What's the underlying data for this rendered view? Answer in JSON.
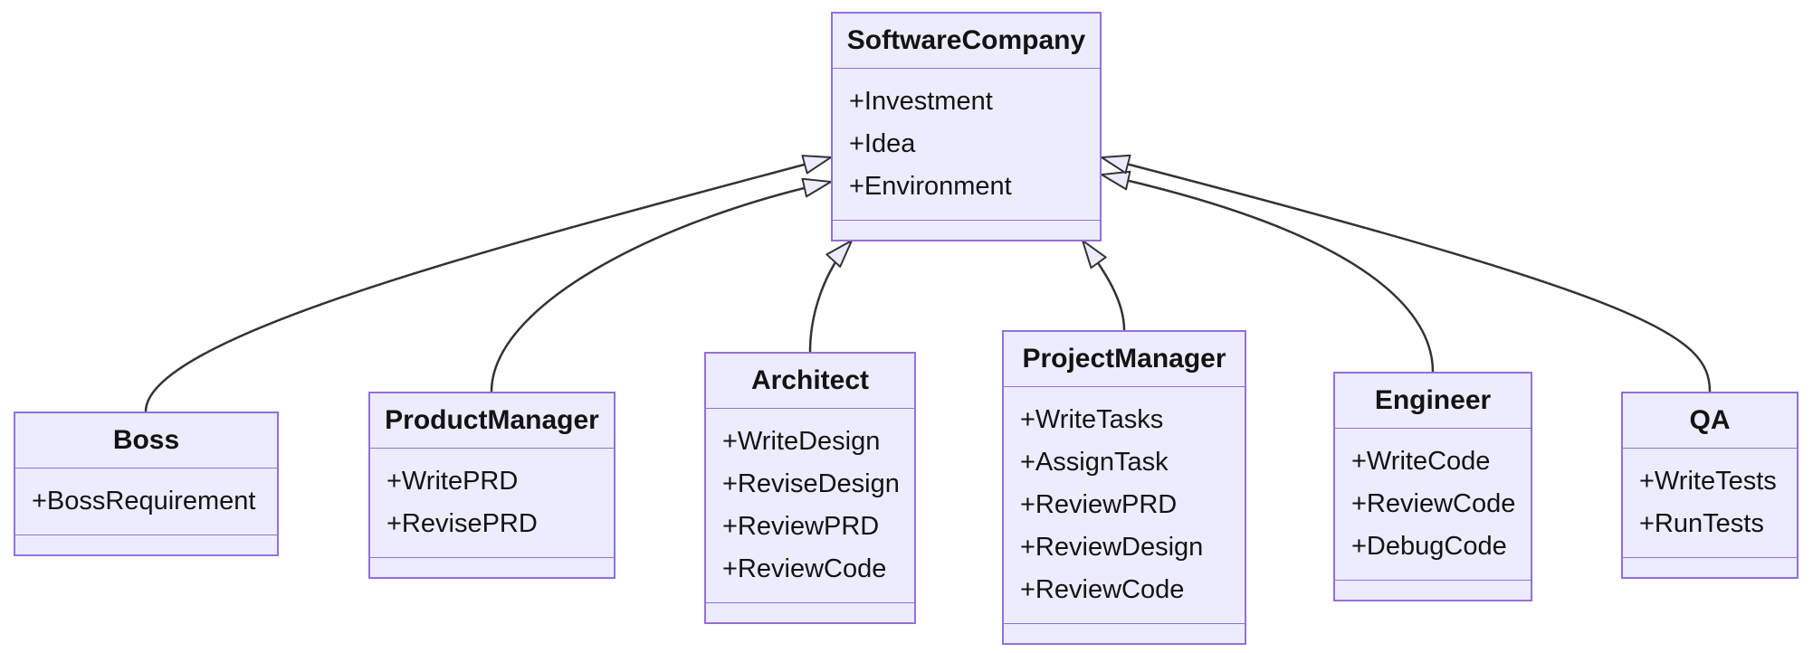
{
  "diagram": {
    "kind": "uml-class-diagram",
    "classes": [
      {
        "name": "SoftwareCompany",
        "attributes": [
          "+Investment",
          "+Idea",
          "+Environment"
        ],
        "methods": []
      },
      {
        "name": "Boss",
        "attributes": [
          "+BossRequirement"
        ],
        "methods": []
      },
      {
        "name": "ProductManager",
        "attributes": [
          "+WritePRD",
          "+RevisePRD"
        ],
        "methods": []
      },
      {
        "name": "Architect",
        "attributes": [
          "+WriteDesign",
          "+ReviseDesign",
          "+ReviewPRD",
          "+ReviewCode"
        ],
        "methods": []
      },
      {
        "name": "ProjectManager",
        "attributes": [
          "+WriteTasks",
          "+AssignTask",
          "+ReviewPRD",
          "+ReviewDesign",
          "+ReviewCode"
        ],
        "methods": []
      },
      {
        "name": "Engineer",
        "attributes": [
          "+WriteCode",
          "+ReviewCode",
          "+DebugCode"
        ],
        "methods": []
      },
      {
        "name": "QA",
        "attributes": [
          "+WriteTests",
          "+RunTests"
        ],
        "methods": []
      }
    ],
    "relations": [
      {
        "from": "Boss",
        "to": "SoftwareCompany",
        "type": "inheritance"
      },
      {
        "from": "ProductManager",
        "to": "SoftwareCompany",
        "type": "inheritance"
      },
      {
        "from": "Architect",
        "to": "SoftwareCompany",
        "type": "inheritance"
      },
      {
        "from": "ProjectManager",
        "to": "SoftwareCompany",
        "type": "inheritance"
      },
      {
        "from": "Engineer",
        "to": "SoftwareCompany",
        "type": "inheritance"
      },
      {
        "from": "QA",
        "to": "SoftwareCompany",
        "type": "inheritance"
      }
    ],
    "colors": {
      "node_fill": "#ECECFF",
      "node_border": "#9370DB",
      "edge_line": "#333333",
      "text": "#131313",
      "background": "#FFFFFF"
    }
  }
}
